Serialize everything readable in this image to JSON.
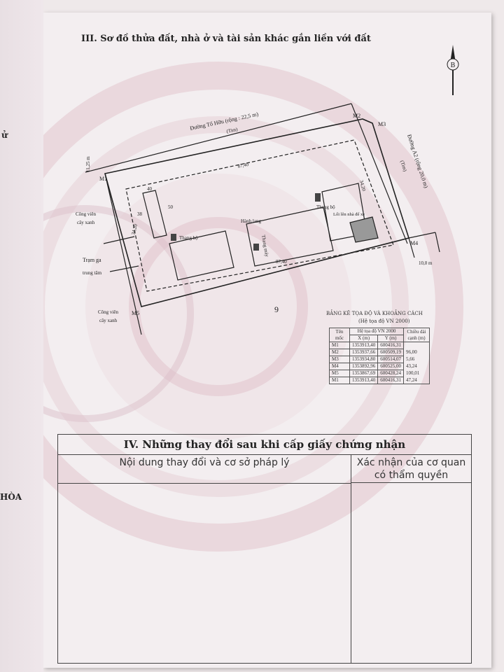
{
  "margin_fragments": {
    "top": "ử",
    "bottom": "HÒA"
  },
  "section3": {
    "title": "III. Sơ đồ thửa đất, nhà ở và tài sản khác gắn liền với đất"
  },
  "north_marker": {
    "label": "B",
    "icon": "north-arrow-icon"
  },
  "diagram": {
    "road_top": "Đường  Tố Hữu (rộng : 22,5 m)",
    "road_top_center": "(Tim)",
    "road_right": "Đường A2 (rộng 20,0 m)",
    "road_right_center": "(Tim)",
    "dim_left_setback": "11,25 m",
    "dim_right_setback": "10,0 m",
    "dim_top": "87,40",
    "dim_bottom": "87,40",
    "dim_right": "34,20",
    "dim_left": "34,20",
    "dim_small_1": "40",
    "dim_small_2": "38",
    "dim_small_3": "50",
    "corner_M1": "M1",
    "corner_M2": "M2",
    "corner_M3": "M3",
    "corner_M4": "M4",
    "corner_M5": "M5",
    "label_park_1a": "Công viên",
    "label_park_1b": "cây xanh",
    "label_station_a": "Trạm ga",
    "label_station_b": "trung tâm",
    "label_park_2a": "Công viên",
    "label_park_2b": "cây xanh",
    "label_stairs_1": "Thang bộ",
    "label_stairs_2": "Thang bộ",
    "label_elevator": "Thang máy",
    "label_corridor": "Hành lang",
    "label_parking": "Lối lên nhà để xe",
    "plot_number": "9"
  },
  "coord_table": {
    "title": "BẢNG KÊ TỌA ĐỘ VÀ KHOẢNG CÁCH",
    "subtitle": "(Hệ tọa độ VN 2000)",
    "header_marker": "Tên mốc",
    "header_system": "Hệ tọa độ VN 2000",
    "header_x": "X (m)",
    "header_y": "Y (m)",
    "header_length": "Chiều dài cạnh (m)",
    "rows": [
      {
        "name": "M1",
        "x": "1353913,40",
        "y": "600416,31"
      },
      {
        "name": "M2",
        "x": "1353937,66",
        "y": "600509,19"
      },
      {
        "name": "M3",
        "x": "1353934,80",
        "y": "600514,07"
      },
      {
        "name": "M4",
        "x": "1353892,96",
        "y": "600525,00"
      },
      {
        "name": "M5",
        "x": "1353867,69",
        "y": "600428,24"
      },
      {
        "name": "M1",
        "x": "1353913,40",
        "y": "600416,31"
      }
    ],
    "lengths": [
      "96,00",
      "5,66",
      "43,24",
      "100,01",
      "47,24"
    ]
  },
  "section4": {
    "title": "IV. Những thay đổi sau khi cấp giấy chứng nhận",
    "col1": "Nội dung thay đổi và cơ sở pháp lý",
    "col2_line1": "Xác nhận của cơ quan",
    "col2_line2": "có thẩm quyền"
  }
}
